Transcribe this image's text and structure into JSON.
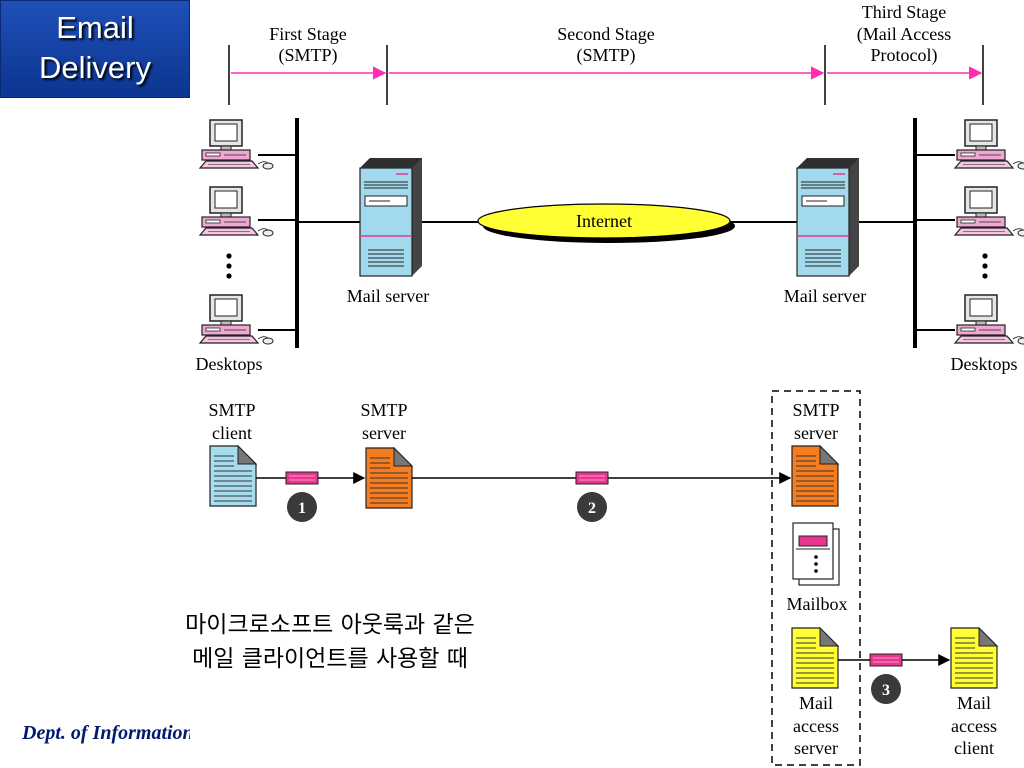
{
  "title": {
    "line1": "Email",
    "line2": "Delivery"
  },
  "stages": [
    {
      "line1": "First Stage",
      "line2": "(SMTP)",
      "line3": ""
    },
    {
      "line1": "Second Stage",
      "line2": "(SMTP)",
      "line3": ""
    },
    {
      "line1": "Third Stage",
      "line2": "(Mail Access",
      "line3": "Protocol)"
    }
  ],
  "network": {
    "internet_label": "Internet",
    "left_server_label": "Mail server",
    "right_server_label": "Mail server",
    "left_desktops_label": "Desktops",
    "right_desktops_label": "Desktops"
  },
  "flow": {
    "smtp_client": [
      "SMTP",
      "client"
    ],
    "smtp_server_1": [
      "SMTP",
      "server"
    ],
    "smtp_server_2": [
      "SMTP",
      "server"
    ],
    "mailbox": "Mailbox",
    "mail_access_server": [
      "Mail",
      "access",
      "server"
    ],
    "mail_access_client": [
      "Mail",
      "access",
      "client"
    ],
    "step_numbers": [
      "1",
      "2",
      "3"
    ]
  },
  "note": {
    "line1": "마이크로소프트 아웃룩과 같은",
    "line2": "메일 클라이언트를 사용할 때"
  },
  "footer": {
    "dept": "Dept. of  Information"
  },
  "colors": {
    "title_bg": "#123fa6",
    "stage_arrow": "#ff2fb0",
    "internet_fill": "#ffff33",
    "client_doc": "#a7dcef",
    "server_doc": "#f57c1f",
    "access_doc": "#ffff33",
    "message_tag": "#e8368f",
    "server_body": "#9fd8ec"
  }
}
